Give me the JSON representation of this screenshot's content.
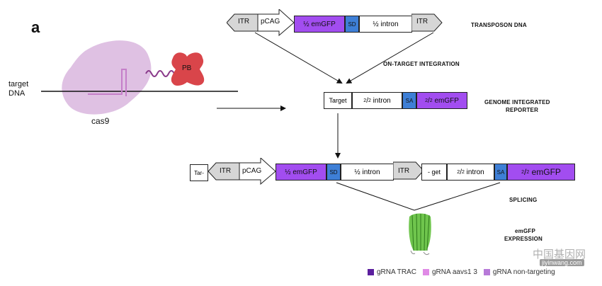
{
  "panel_letter": "a",
  "left": {
    "target_dna_line1": "target",
    "target_dna_line2": "DNA",
    "cas9_label": "cas9",
    "pb_label": "PB"
  },
  "transposon": {
    "itr_left": "ITR",
    "pcag": "pCAG",
    "half_emgfp": "½ emGFP",
    "sd": "SD",
    "half_intron": "½ intron",
    "itr_right": "ITR",
    "title": "TRANSPOSON DNA"
  },
  "on_target_label": "ON-TARGET INTEGRATION",
  "reporter": {
    "target": "Target",
    "intron_num": "2",
    "intron_den": "2",
    "intron_word": "intron",
    "sa": "SA",
    "emgfp_num": "2",
    "emgfp_den": "2",
    "emgfp_word": "emGFP",
    "title_line1": "GENOME INTEGRATED",
    "title_line2": "REPORTER"
  },
  "integrated": {
    "tar": "Tar-",
    "itr_left": "ITR",
    "pcag": "pCAG",
    "half_emgfp": "½ emGFP",
    "sd": "SD",
    "half_intron": "½ intron",
    "itr_right": "ITR",
    "get": "- get",
    "intron_num": "2",
    "intron_den": "2",
    "intron_word": "intron",
    "sa": "SA",
    "emgfp_num": "2",
    "emgfp_den": "2",
    "emgfp_word": "emGFP"
  },
  "splicing_label": "SPLICING",
  "expression_line1": "emGFP",
  "expression_line2": "EXPRESSION",
  "legend": [
    {
      "label": "gRNA TRAC",
      "color": "#5b1f9e"
    },
    {
      "label": "gRNA aavs1 3",
      "color": "#e08ae6"
    },
    {
      "label": "gRNA non-targeting",
      "color": "#b77ad8"
    }
  ],
  "watermark_cn": "中国基因网",
  "watermark_url": "jiyinwang.com",
  "colors": {
    "purple": "#a24df0",
    "blue": "#3e7fd6",
    "gray": "#d6d6d6",
    "cas9": "#d9b6de",
    "pb_red": "#d9454a",
    "gfp_green": "#5fbf3a"
  }
}
